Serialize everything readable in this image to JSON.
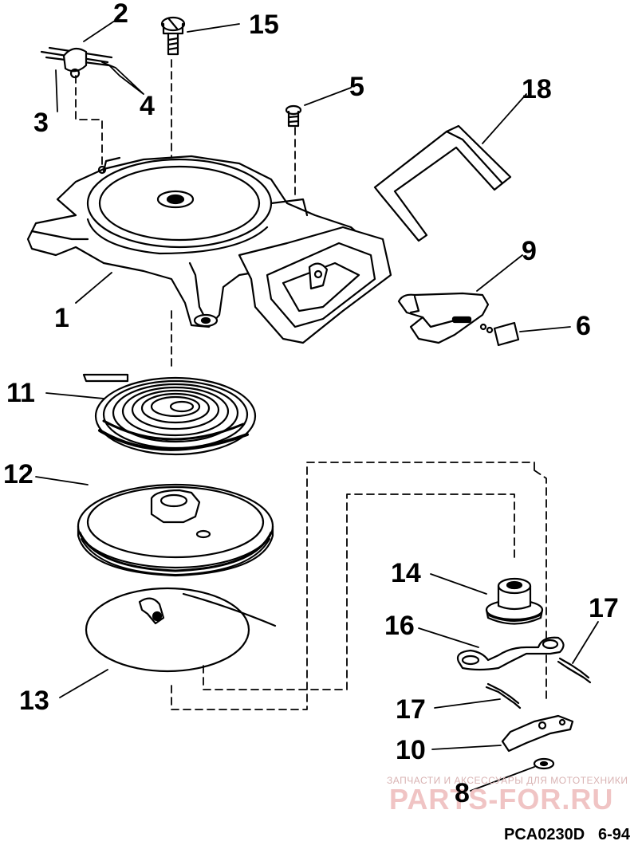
{
  "callouts": {
    "c1": "1",
    "c2": "2",
    "c3": "3",
    "c4": "4",
    "c5": "5",
    "c6": "6",
    "c8": "8",
    "c9": "9",
    "c10": "10",
    "c11": "11",
    "c12": "12",
    "c13": "13",
    "c14": "14",
    "c15": "15",
    "c16": "16",
    "c17a": "17",
    "c17b": "17",
    "c18": "18"
  },
  "watermark": {
    "line1": "ЗАПЧАСТИ И АКСЕССУАРЫ ДЛЯ МОТОТЕХНИКИ",
    "logo": "PARTS-FOR.RU"
  },
  "footer": {
    "drawing_code": "PCA0230D",
    "date": "6-94"
  },
  "colors": {
    "ink": "#000000",
    "paper": "#ffffff",
    "watermark": "#f0c4c4"
  }
}
